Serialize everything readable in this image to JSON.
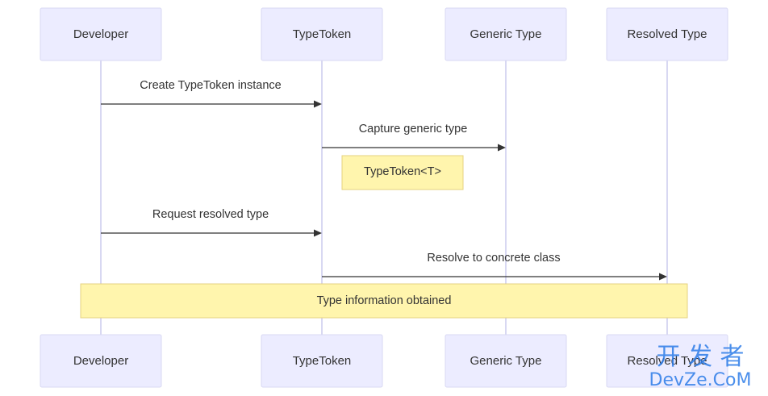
{
  "participants": [
    {
      "label": "Developer"
    },
    {
      "label": "TypeToken"
    },
    {
      "label": "Generic Type"
    },
    {
      "label": "Resolved Type"
    }
  ],
  "messages": [
    {
      "label": "Create TypeToken instance"
    },
    {
      "label": "Capture generic type"
    },
    {
      "label": "Request resolved type"
    },
    {
      "label": "Resolve to concrete class"
    }
  ],
  "notes": [
    {
      "label": "TypeToken<T>"
    },
    {
      "label": "Type information obtained"
    }
  ],
  "watermark": {
    "line1": "开 发 者",
    "line2": "DevZe.CoM"
  },
  "colors": {
    "actor_fill": "#ECECFF",
    "note_fill": "#FFF5AD",
    "line": "#333333",
    "watermark": "#2C7BE8"
  }
}
